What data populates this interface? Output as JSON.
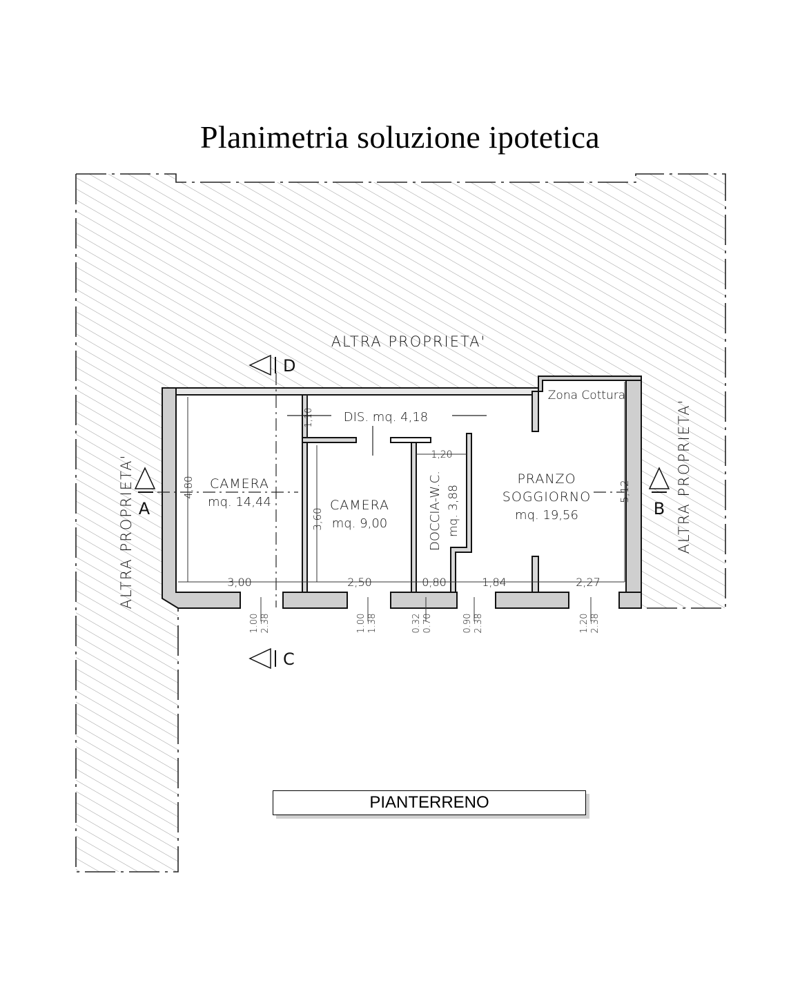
{
  "title": "Planimetria soluzione ipotetica",
  "floor_label": "PIANTERRENO",
  "neighbors": {
    "top": "ALTRA PROPRIETA'",
    "left": "ALTRA PROPRIETA'",
    "right": "ALTRA PROPRIETA'"
  },
  "section_marks": {
    "a": "A",
    "b": "B",
    "c": "C",
    "d": "D"
  },
  "rooms": {
    "camera_1": {
      "name": "CAMERA",
      "area": "mq. 14,44"
    },
    "camera_2": {
      "name": "CAMERA",
      "area": "mq. 9,00"
    },
    "dis": {
      "label": "DIS.  mq. 4,18"
    },
    "doccia": {
      "name": "DOCCIA-W.C.",
      "area": "mq. 3,88"
    },
    "pranzo": {
      "name_1": "PRANZO",
      "name_2": "SOGGIORNO",
      "area": "mq. 19,56"
    },
    "zona_cottura": "Zona Cottura"
  },
  "dimensions": {
    "bottom": [
      "3,00",
      "2,50",
      "0,80",
      "1,84",
      "2,27"
    ],
    "vertical": {
      "camera_1": "4,80",
      "camera_2": "3,60",
      "dis": "1,10",
      "pranzo": "5,12"
    },
    "doccia_width": "1,20"
  },
  "openings": [
    {
      "w": "1.00",
      "h": "2.38"
    },
    {
      "w": "1.00",
      "h": "1.38"
    },
    {
      "w": "0.32",
      "h": "0.70"
    },
    {
      "w": "0.90",
      "h": "2.38"
    },
    {
      "w": "1.20",
      "h": "2.38"
    }
  ]
}
